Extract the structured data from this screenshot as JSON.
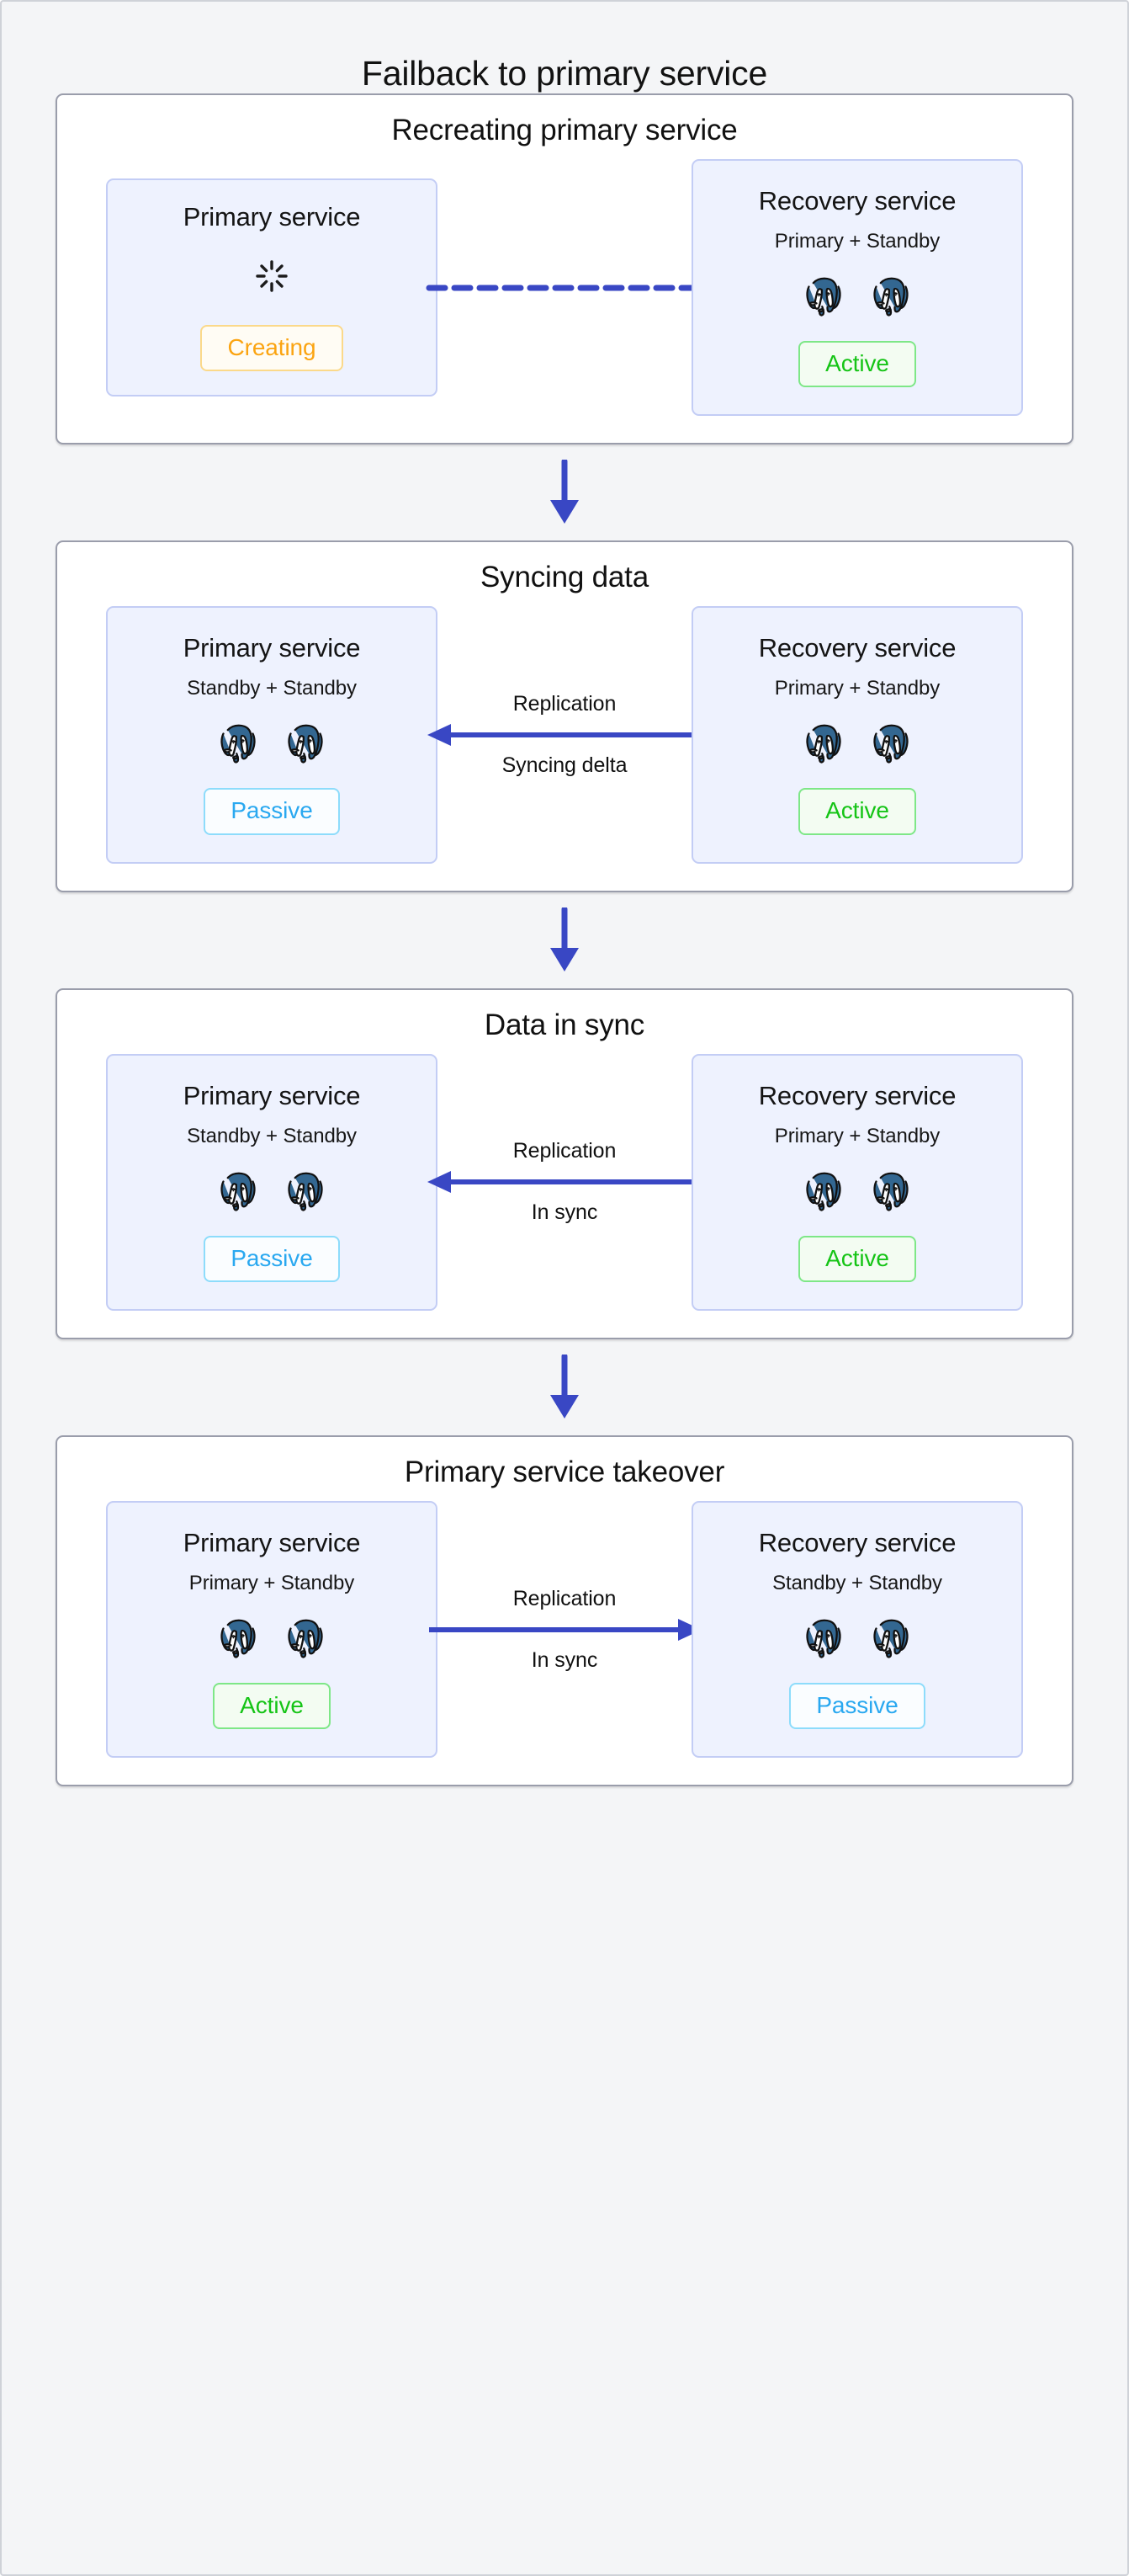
{
  "page": {
    "title": "Failback to primary service",
    "background": "#f4f5f7"
  },
  "colors": {
    "arrow": "#3947c4",
    "card_bg": "#eef2fe",
    "card_border": "#c3cdf5",
    "active": "#15c416",
    "passive": "#29a8f0",
    "creating": "#fba411",
    "postgres": "#336791"
  },
  "stages": [
    {
      "title": "Recreating primary service",
      "left": {
        "name": "Primary service",
        "roles": null,
        "icon": "spinner-icon",
        "status": "Creating",
        "status_kind": "creating",
        "db_count": 0
      },
      "connector": {
        "style": "dashed",
        "direction": "none",
        "label_top": null,
        "label_bottom": null
      },
      "right": {
        "name": "Recovery service",
        "roles": "Primary + Standby",
        "icon": "postgres-icon",
        "status": "Active",
        "status_kind": "active",
        "db_count": 2
      }
    },
    {
      "title": "Syncing data",
      "left": {
        "name": "Primary service",
        "roles": "Standby + Standby",
        "icon": "postgres-icon",
        "status": "Passive",
        "status_kind": "passive",
        "db_count": 2
      },
      "connector": {
        "style": "solid",
        "direction": "left",
        "label_top": "Replication",
        "label_bottom": "Syncing delta"
      },
      "right": {
        "name": "Recovery service",
        "roles": "Primary + Standby",
        "icon": "postgres-icon",
        "status": "Active",
        "status_kind": "active",
        "db_count": 2
      }
    },
    {
      "title": "Data in sync",
      "left": {
        "name": "Primary service",
        "roles": "Standby + Standby",
        "icon": "postgres-icon",
        "status": "Passive",
        "status_kind": "passive",
        "db_count": 2
      },
      "connector": {
        "style": "solid",
        "direction": "left",
        "label_top": "Replication",
        "label_bottom": "In sync"
      },
      "right": {
        "name": "Recovery service",
        "roles": "Primary + Standby",
        "icon": "postgres-icon",
        "status": "Active",
        "status_kind": "active",
        "db_count": 2
      }
    },
    {
      "title": "Primary service takeover",
      "left": {
        "name": "Primary service",
        "roles": "Primary + Standby",
        "icon": "postgres-icon",
        "status": "Active",
        "status_kind": "active",
        "db_count": 2
      },
      "connector": {
        "style": "solid",
        "direction": "right",
        "label_top": "Replication",
        "label_bottom": "In sync"
      },
      "right": {
        "name": "Recovery service",
        "roles": "Standby + Standby",
        "icon": "postgres-icon",
        "status": "Passive",
        "status_kind": "passive",
        "db_count": 2
      }
    }
  ]
}
